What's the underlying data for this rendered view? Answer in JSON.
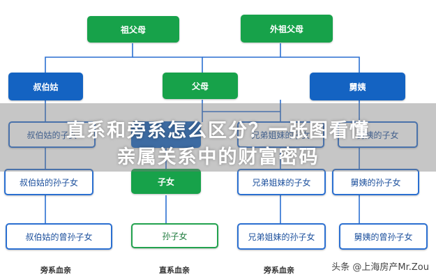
{
  "nodes": {
    "paternal_grandparents": "祖父母",
    "maternal_grandparents": "外祖父母",
    "uncles_aunts_paternal": "叔伯姑",
    "parents": "父母",
    "uncles_aunts_maternal": "舅姨",
    "paternal_cousins": "叔伯姑的子女",
    "self": "",
    "siblings_children": "兄弟姐妹的子女",
    "maternal_cousins": "舅姨的子女",
    "paternal_grandchildren": "叔伯姑的孙子女",
    "children": "子女",
    "siblings_grandchildren": "兄弟姐妹的子女",
    "maternal_grandchildren": "舅姨的孙子女",
    "paternal_great_grandchildren": "叔伯姑的曾孙子女",
    "grandchildren": "孙子女",
    "siblings_great_grandchildren": "兄弟姐妹的孙子女",
    "maternal_great_grandchildren": "舅姨的曾孙子女"
  },
  "footer": {
    "left": "旁系血亲",
    "center": "直系血亲",
    "right": "旁系血亲"
  },
  "banner": {
    "line1": "直系和旁系怎么区分？一张图看懂",
    "line2": "亲属关系中的财富密码"
  },
  "watermark": "头条 @上海房产Mr.Zou",
  "colors": {
    "green": "#17a24a",
    "blue": "#1463c2",
    "outline_blue": "#2a6fd1",
    "outline_green": "#22a24e"
  }
}
